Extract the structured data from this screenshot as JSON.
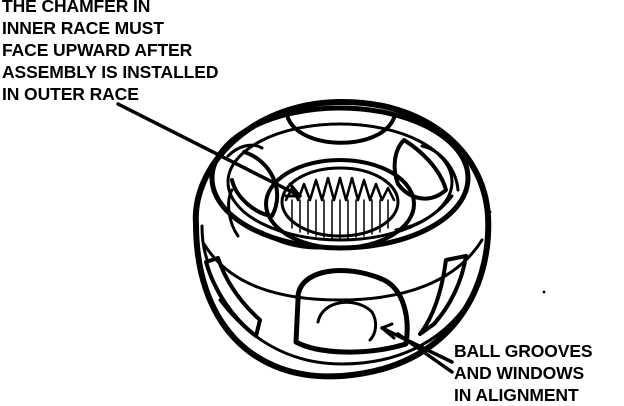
{
  "callouts": {
    "chamfer": {
      "lines": [
        "THE CHAMFER IN",
        "INNER RACE MUST",
        "FACE UPWARD AFTER",
        "ASSEMBLY IS INSTALLED",
        "IN OUTER RACE"
      ]
    },
    "grooves": {
      "lines": [
        "BALL GROOVES",
        "AND WINDOWS",
        "IN ALIGNMENT"
      ]
    }
  },
  "colors": {
    "ink": "#000000",
    "paper": "#ffffff"
  }
}
